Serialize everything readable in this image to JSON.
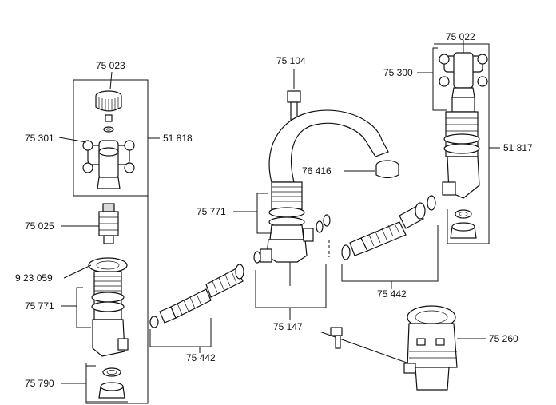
{
  "labels": {
    "cap_left": "75 023",
    "handle_left": "75 301",
    "valve_group_left": "51 818",
    "cartridge": "75 025",
    "flange": "9 23 059",
    "body_left": "75 771",
    "nut_left": "75 790",
    "hose_left": "75 442",
    "spout_connector": "75 104",
    "aerator": "76 416",
    "spout_body": "75 771",
    "spout_base": "75 147",
    "hose_right": "75 442",
    "cap_right": "75 022",
    "handle_right": "75 300",
    "valve_group_right": "51 817",
    "waste": "75 260"
  }
}
